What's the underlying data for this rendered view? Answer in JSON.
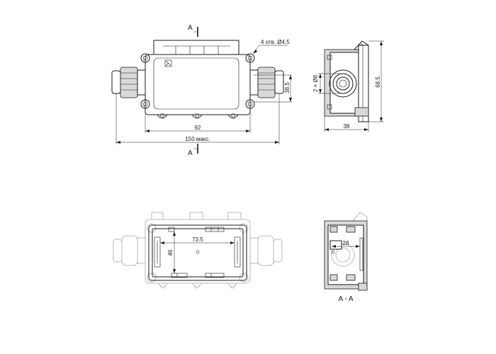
{
  "section_markers": {
    "top": "A",
    "bottom": "A"
  },
  "section_title": "A - A",
  "dimensions": {
    "holes": "4 отв. Ø4.5",
    "mount_spacing": "92",
    "overall_length": "150 макс.",
    "height_side": "38.5",
    "side_width": "38",
    "side_height": "68.5",
    "gland_diameter": "2 × Ø8",
    "inner_length": "73.5",
    "inner_width": "46",
    "section_inner": "28"
  }
}
